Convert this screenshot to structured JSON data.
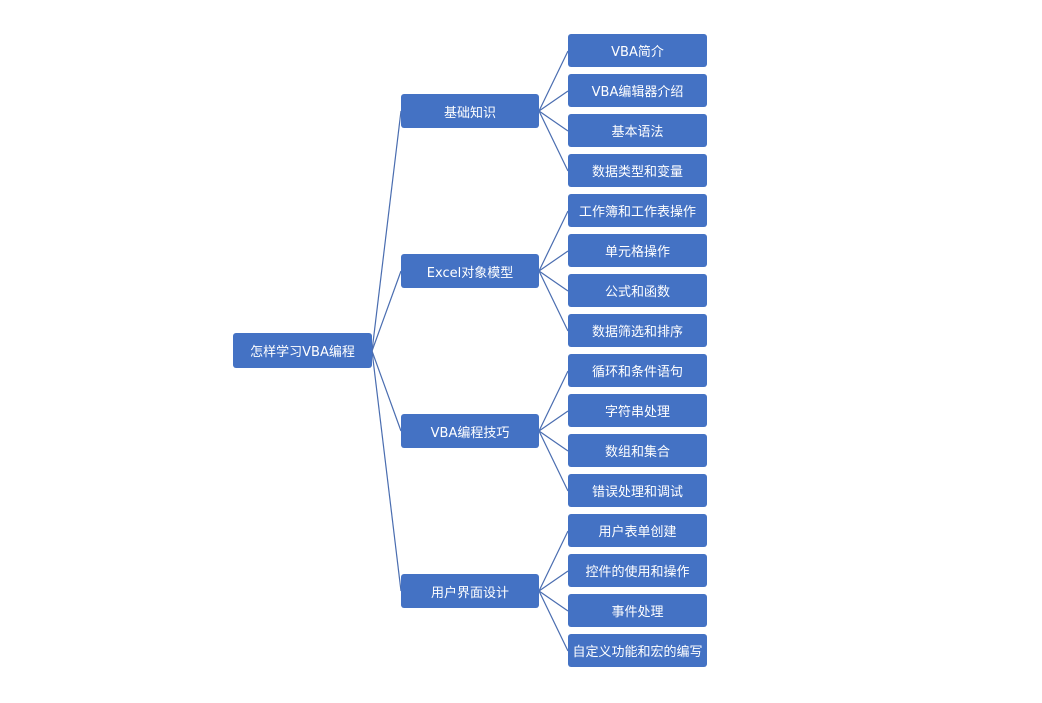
{
  "diagram": {
    "root": "怎样学习VBA编程",
    "line_color": "#4a6db0",
    "node_color": "#4472c4",
    "branches": [
      {
        "label": "基础知识",
        "children": [
          "VBA简介",
          "VBA编辑器介绍",
          "基本语法",
          "数据类型和变量"
        ]
      },
      {
        "label": "Excel对象模型",
        "children": [
          "工作簿和工作表操作",
          "单元格操作",
          "公式和函数",
          "数据筛选和排序"
        ]
      },
      {
        "label": "VBA编程技巧",
        "children": [
          "循环和条件语句",
          "字符串处理",
          "数组和集合",
          "错误处理和调试"
        ]
      },
      {
        "label": "用户界面设计",
        "children": [
          "用户表单创建",
          "控件的使用和操作",
          "事件处理",
          "自定义功能和宏的编写"
        ]
      }
    ]
  }
}
